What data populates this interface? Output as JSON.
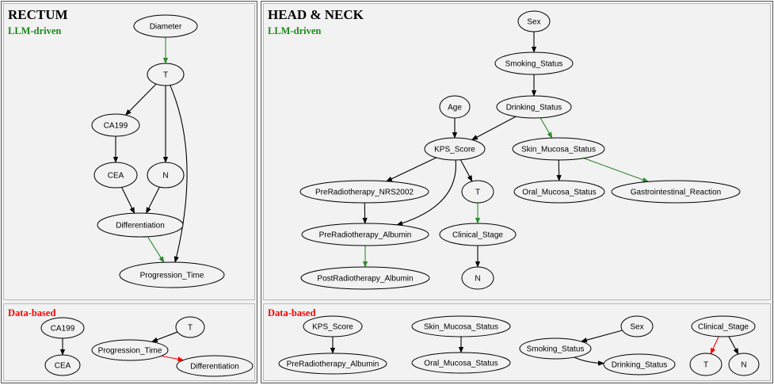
{
  "colors": {
    "llm_edge": "#2e8b2e",
    "data_edge": "#ff0000",
    "default_edge": "#000000",
    "llm_label": "#1a8a1a",
    "data_label": "#ff0000"
  },
  "panels": [
    {
      "id": "rectum",
      "title": "RECTUM",
      "llm_label": "LLM-driven",
      "data_label": "Data-based",
      "llm_graph": {
        "nodes": [
          {
            "id": "r_diameter",
            "label": "Diameter"
          },
          {
            "id": "r_t",
            "label": "T"
          },
          {
            "id": "r_ca199",
            "label": "CA199"
          },
          {
            "id": "r_cea",
            "label": "CEA"
          },
          {
            "id": "r_n",
            "label": "N"
          },
          {
            "id": "r_diff",
            "label": "Differentiation"
          },
          {
            "id": "r_prog",
            "label": "Progression_Time"
          }
        ],
        "edges": [
          {
            "from": "r_diameter",
            "to": "r_t",
            "kind": "llm"
          },
          {
            "from": "r_t",
            "to": "r_ca199",
            "kind": "default"
          },
          {
            "from": "r_t",
            "to": "r_n",
            "kind": "default"
          },
          {
            "from": "r_t",
            "to": "r_prog",
            "kind": "default"
          },
          {
            "from": "r_ca199",
            "to": "r_cea",
            "kind": "default"
          },
          {
            "from": "r_cea",
            "to": "r_diff",
            "kind": "default"
          },
          {
            "from": "r_n",
            "to": "r_diff",
            "kind": "default"
          },
          {
            "from": "r_diff",
            "to": "r_prog",
            "kind": "llm"
          }
        ]
      },
      "data_graph": {
        "nodes": [
          {
            "id": "rd_ca199",
            "label": "CA199"
          },
          {
            "id": "rd_cea",
            "label": "CEA"
          },
          {
            "id": "rd_t",
            "label": "T"
          },
          {
            "id": "rd_prog",
            "label": "Progression_Time"
          },
          {
            "id": "rd_diff",
            "label": "Differentiation"
          }
        ],
        "edges": [
          {
            "from": "rd_ca199",
            "to": "rd_cea",
            "kind": "default"
          },
          {
            "from": "rd_t",
            "to": "rd_prog",
            "kind": "default"
          },
          {
            "from": "rd_prog",
            "to": "rd_diff",
            "kind": "data"
          }
        ]
      }
    },
    {
      "id": "headneck",
      "title": "HEAD & NECK",
      "llm_label": "LLM-driven",
      "data_label": "Data-based",
      "llm_graph": {
        "nodes": [
          {
            "id": "h_sex",
            "label": "Sex"
          },
          {
            "id": "h_smoke",
            "label": "Smoking_Status"
          },
          {
            "id": "h_drink",
            "label": "Drinking_Status"
          },
          {
            "id": "h_age",
            "label": "Age"
          },
          {
            "id": "h_kps",
            "label": "KPS_Score"
          },
          {
            "id": "h_skin",
            "label": "Skin_Mucosa_Status"
          },
          {
            "id": "h_nrs",
            "label": "PreRadiotherapy_NRS2002"
          },
          {
            "id": "h_t",
            "label": "T"
          },
          {
            "id": "h_oral",
            "label": "Oral_Mucosa_Status"
          },
          {
            "id": "h_gi",
            "label": "Gastrointestinal_Reaction"
          },
          {
            "id": "h_prealb",
            "label": "PreRadiotherapy_Albumin"
          },
          {
            "id": "h_clin",
            "label": "Clinical_Stage"
          },
          {
            "id": "h_postalb",
            "label": "PostRadiotherapy_Albumin"
          },
          {
            "id": "h_n",
            "label": "N"
          }
        ],
        "edges": [
          {
            "from": "h_sex",
            "to": "h_smoke",
            "kind": "default"
          },
          {
            "from": "h_smoke",
            "to": "h_drink",
            "kind": "default"
          },
          {
            "from": "h_drink",
            "to": "h_kps",
            "kind": "default"
          },
          {
            "from": "h_drink",
            "to": "h_skin",
            "kind": "llm"
          },
          {
            "from": "h_age",
            "to": "h_kps",
            "kind": "default"
          },
          {
            "from": "h_kps",
            "to": "h_nrs",
            "kind": "default"
          },
          {
            "from": "h_kps",
            "to": "h_t",
            "kind": "default"
          },
          {
            "from": "h_kps",
            "to": "h_prealb",
            "kind": "default"
          },
          {
            "from": "h_skin",
            "to": "h_oral",
            "kind": "default"
          },
          {
            "from": "h_skin",
            "to": "h_gi",
            "kind": "llm"
          },
          {
            "from": "h_nrs",
            "to": "h_prealb",
            "kind": "default"
          },
          {
            "from": "h_t",
            "to": "h_clin",
            "kind": "llm"
          },
          {
            "from": "h_prealb",
            "to": "h_postalb",
            "kind": "llm"
          },
          {
            "from": "h_clin",
            "to": "h_n",
            "kind": "default"
          }
        ]
      },
      "data_graph": {
        "nodes": [
          {
            "id": "hd_kps",
            "label": "KPS_Score"
          },
          {
            "id": "hd_prealb",
            "label": "PreRadiotherapy_Albumin"
          },
          {
            "id": "hd_skin",
            "label": "Skin_Mucosa_Status"
          },
          {
            "id": "hd_oral",
            "label": "Oral_Mucosa_Status"
          },
          {
            "id": "hd_sex",
            "label": "Sex"
          },
          {
            "id": "hd_smoke",
            "label": "Smoking_Status"
          },
          {
            "id": "hd_drink",
            "label": "Drinking_Status"
          },
          {
            "id": "hd_clin",
            "label": "Clinical_Stage"
          },
          {
            "id": "hd_t",
            "label": "T"
          },
          {
            "id": "hd_n",
            "label": "N"
          }
        ],
        "edges": [
          {
            "from": "hd_kps",
            "to": "hd_prealb",
            "kind": "default"
          },
          {
            "from": "hd_skin",
            "to": "hd_oral",
            "kind": "default"
          },
          {
            "from": "hd_sex",
            "to": "hd_smoke",
            "kind": "default"
          },
          {
            "from": "hd_smoke",
            "to": "hd_drink",
            "kind": "default"
          },
          {
            "from": "hd_clin",
            "to": "hd_t",
            "kind": "data"
          },
          {
            "from": "hd_clin",
            "to": "hd_n",
            "kind": "default"
          }
        ]
      }
    }
  ]
}
